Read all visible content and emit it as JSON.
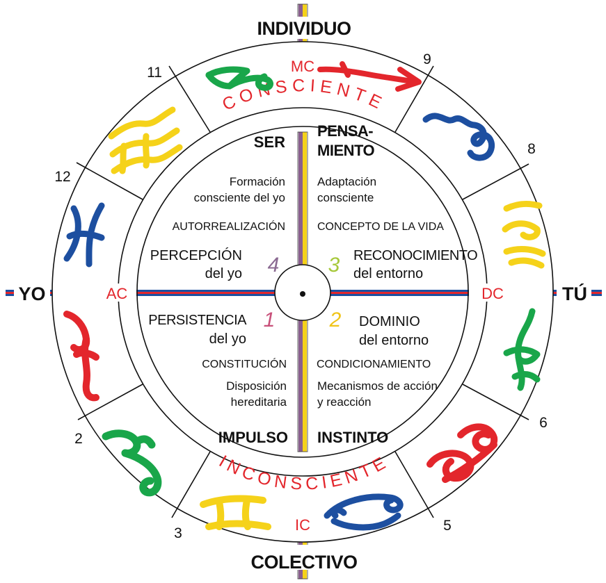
{
  "axes": {
    "top": "INDIVIDUO",
    "bottom": "COLECTIVO",
    "left": "YO",
    "right": "TÚ",
    "mc": "MC",
    "ic": "IC",
    "ac": "AC",
    "dc": "DC"
  },
  "ring_text": {
    "upper": "CONSCIENTE",
    "lower": "INCONSCIENTE"
  },
  "houses": [
    {
      "label": "11"
    },
    {
      "label": "9"
    },
    {
      "label": "8"
    },
    {
      "label": "12"
    },
    {
      "label": "2"
    },
    {
      "label": "6"
    },
    {
      "label": "3"
    },
    {
      "label": "5"
    }
  ],
  "quadrants": {
    "q4": {
      "number": "4",
      "title": "SER",
      "line1": "Formación",
      "line2": "consciente del yo",
      "concept": "AUTORREALIZACIÓN",
      "heading1": "PERCEPCIÓN",
      "heading2": "del yo"
    },
    "q3": {
      "number": "3",
      "title1": "PENSA-",
      "title2": "MIENTO",
      "line1": "Adaptación",
      "line2": "consciente",
      "concept": "CONCEPTO DE LA VIDA",
      "heading1": "RECONOCIMIENTO",
      "heading2": "del entorno"
    },
    "q1": {
      "number": "1",
      "heading1": "PERSISTENCIA",
      "heading2": "del yo",
      "concept": "CONSTITUCIÓN",
      "line1": "Disposición",
      "line2": "hereditaria",
      "title": "IMPULSO"
    },
    "q2": {
      "number": "2",
      "heading1": "DOMINIO",
      "heading2": "del entorno",
      "concept": "CONDICIONAMIENTO",
      "line1": "Mecanismos de acción",
      "line2": "y reacción",
      "title": "INSTINTO"
    }
  },
  "colors": {
    "red": "#e3262c",
    "blue": "#1d4fa0",
    "green": "#19a64a",
    "yellow": "#f5d21a",
    "purple": "#8a5f8e",
    "quad1": "#c8507a",
    "quad2": "#f0c419",
    "quad3": "#a6c83a",
    "quad4": "#8b6a92"
  },
  "signs": [
    {
      "name": "capricorn-icon",
      "color": "green"
    },
    {
      "name": "sagittarius-icon",
      "color": "red"
    },
    {
      "name": "scorpio-icon",
      "color": "blue"
    },
    {
      "name": "libra-icon",
      "color": "yellow"
    },
    {
      "name": "virgo-icon",
      "color": "green"
    },
    {
      "name": "leo-icon",
      "color": "red"
    },
    {
      "name": "cancer-icon",
      "color": "blue"
    },
    {
      "name": "gemini-icon",
      "color": "yellow"
    },
    {
      "name": "taurus-icon",
      "color": "green"
    },
    {
      "name": "aries-icon",
      "color": "red"
    },
    {
      "name": "pisces-icon",
      "color": "blue"
    },
    {
      "name": "aquarius-icon",
      "color": "yellow"
    }
  ]
}
